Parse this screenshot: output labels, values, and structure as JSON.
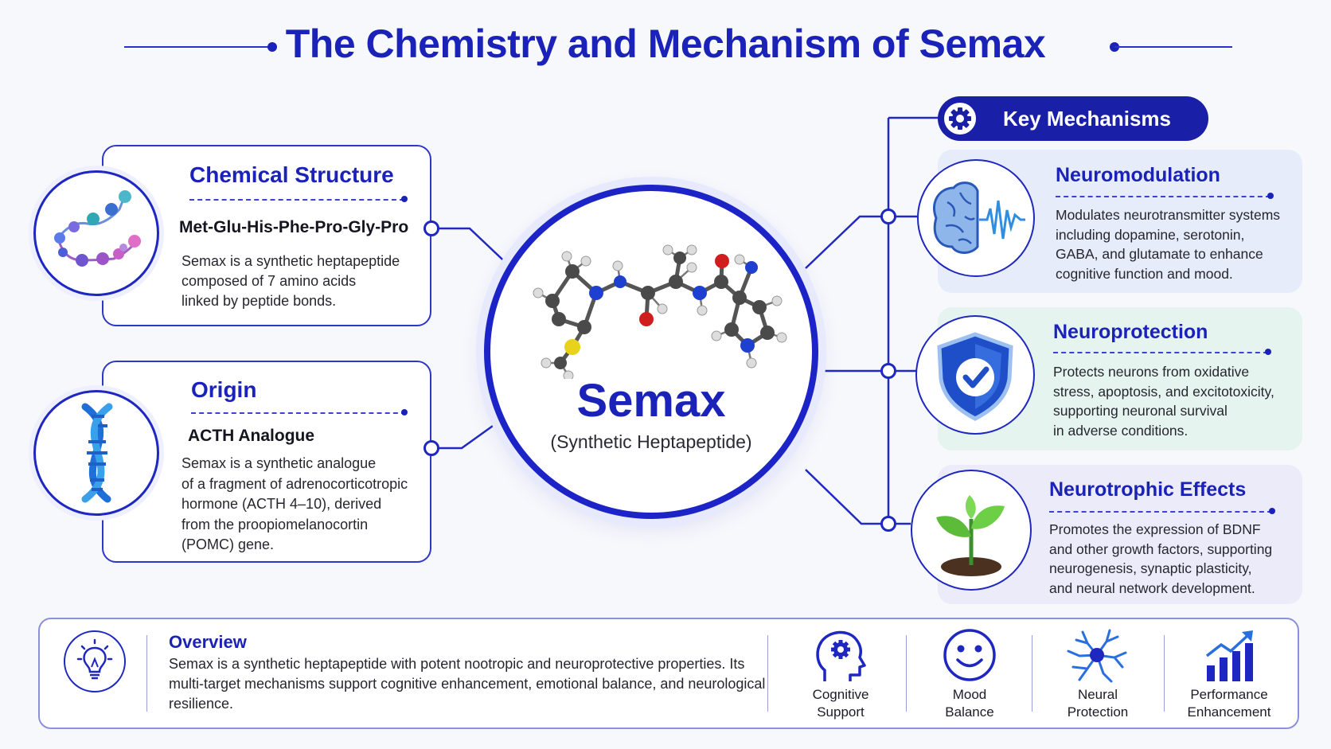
{
  "title": "The Chemistry and Mechanism of Semax",
  "center": {
    "name": "Semax",
    "subtitle": "(Synthetic Heptapeptide)"
  },
  "chemical_structure": {
    "title": "Chemical Structure",
    "sequence": "Met-Glu-His-Phe-Pro-Gly-Pro",
    "text": "Semax is a synthetic heptapeptide\ncomposed of 7 amino acids\nlinked by peptide bonds.",
    "icon": "peptide-chain-icon"
  },
  "origin": {
    "title": "Origin",
    "subtitle": "ACTH Analogue",
    "text": "Semax is a synthetic analogue\nof a fragment of adrenocorticotropic\nhormone (ACTH 4–10), derived\nfrom the proopiomelanocortin\n(POMC) gene.",
    "icon": "dna-icon"
  },
  "key_mechanisms": {
    "label": "Key Mechanisms",
    "icon": "gear-icon",
    "items": [
      {
        "title": "Neuromodulation",
        "text": "Modulates neurotransmitter systems\nincluding dopamine, serotonin,\nGABA, and glutamate to enhance\ncognitive function and mood.",
        "icon": "brain-wave-icon",
        "bg": "#e7ecfa"
      },
      {
        "title": "Neuroprotection",
        "text": "Protects neurons from oxidative\nstress, apoptosis, and excitotoxicity,\nsupporting neuronal survival\nin adverse conditions.",
        "icon": "shield-check-icon",
        "bg": "#e6f4ef"
      },
      {
        "title": "Neurotrophic Effects",
        "text": "Promotes the expression of BDNF\nand other growth factors, supporting\nneurogenesis, synaptic plasticity,\nand neural network development.",
        "icon": "sprout-icon",
        "bg": "#ecebfa"
      }
    ]
  },
  "overview": {
    "title": "Overview",
    "text": "Semax is a synthetic heptapeptide with potent nootropic and neuroprotective properties. Its multi-target mechanisms support cognitive enhancement, emotional balance, and neurological resilience.",
    "icon": "lightbulb-icon"
  },
  "benefits": [
    {
      "label": "Cognitive\nSupport",
      "icon": "head-gear-icon"
    },
    {
      "label": "Mood\nBalance",
      "icon": "smiley-icon"
    },
    {
      "label": "Neural\nProtection",
      "icon": "neuron-icon"
    },
    {
      "label": "Performance\nEnhancement",
      "icon": "growth-chart-icon"
    }
  ],
  "colors": {
    "primary": "#1a22b8",
    "accent_blue": "#3d8ce0",
    "background": "#f7f8fc"
  }
}
